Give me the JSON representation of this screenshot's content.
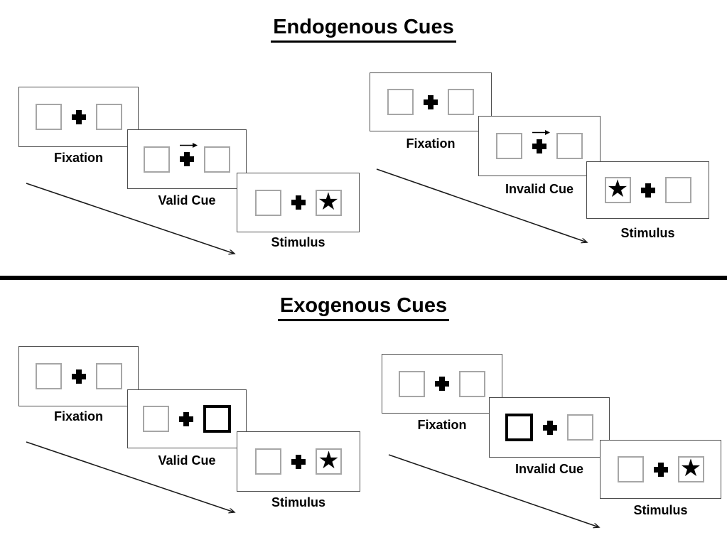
{
  "diagram": {
    "glyphs": {
      "star": "★"
    },
    "colors": {
      "panel_border": "#4d4d4d",
      "box_border": "#a6a6a6",
      "cue_highlight_border": "#000000",
      "ink": "#000000"
    },
    "sections": [
      {
        "title": "Endogenous Cues",
        "sequences": [
          {
            "name": "valid",
            "cue_direction": "arrow-right",
            "target_side": "right",
            "panels": [
              {
                "label": "Fixation",
                "left_box": "empty",
                "right_box": "empty"
              },
              {
                "label": "Valid Cue",
                "left_box": "empty",
                "right_box": "empty",
                "cue": "central-arrow-right"
              },
              {
                "label": "Stimulus",
                "left_box": "empty",
                "right_box": "star"
              }
            ]
          },
          {
            "name": "invalid",
            "cue_direction": "arrow-right",
            "target_side": "left",
            "panels": [
              {
                "label": "Fixation",
                "left_box": "empty",
                "right_box": "empty"
              },
              {
                "label": "Invalid Cue",
                "left_box": "empty",
                "right_box": "empty",
                "cue": "central-arrow-right"
              },
              {
                "label": "Stimulus",
                "left_box": "star",
                "right_box": "empty"
              }
            ]
          }
        ]
      },
      {
        "title": "Exogenous Cues",
        "sequences": [
          {
            "name": "valid",
            "cue_direction": "highlight-right",
            "target_side": "right",
            "panels": [
              {
                "label": "Fixation",
                "left_box": "empty",
                "right_box": "empty"
              },
              {
                "label": "Valid Cue",
                "left_box": "empty",
                "right_box": "highlighted"
              },
              {
                "label": "Stimulus",
                "left_box": "empty",
                "right_box": "star"
              }
            ]
          },
          {
            "name": "invalid",
            "cue_direction": "highlight-left",
            "target_side": "right",
            "panels": [
              {
                "label": "Fixation",
                "left_box": "empty",
                "right_box": "empty"
              },
              {
                "label": "Invalid Cue",
                "left_box": "highlighted",
                "right_box": "empty"
              },
              {
                "label": "Stimulus",
                "left_box": "empty",
                "right_box": "star"
              }
            ]
          }
        ]
      }
    ]
  }
}
